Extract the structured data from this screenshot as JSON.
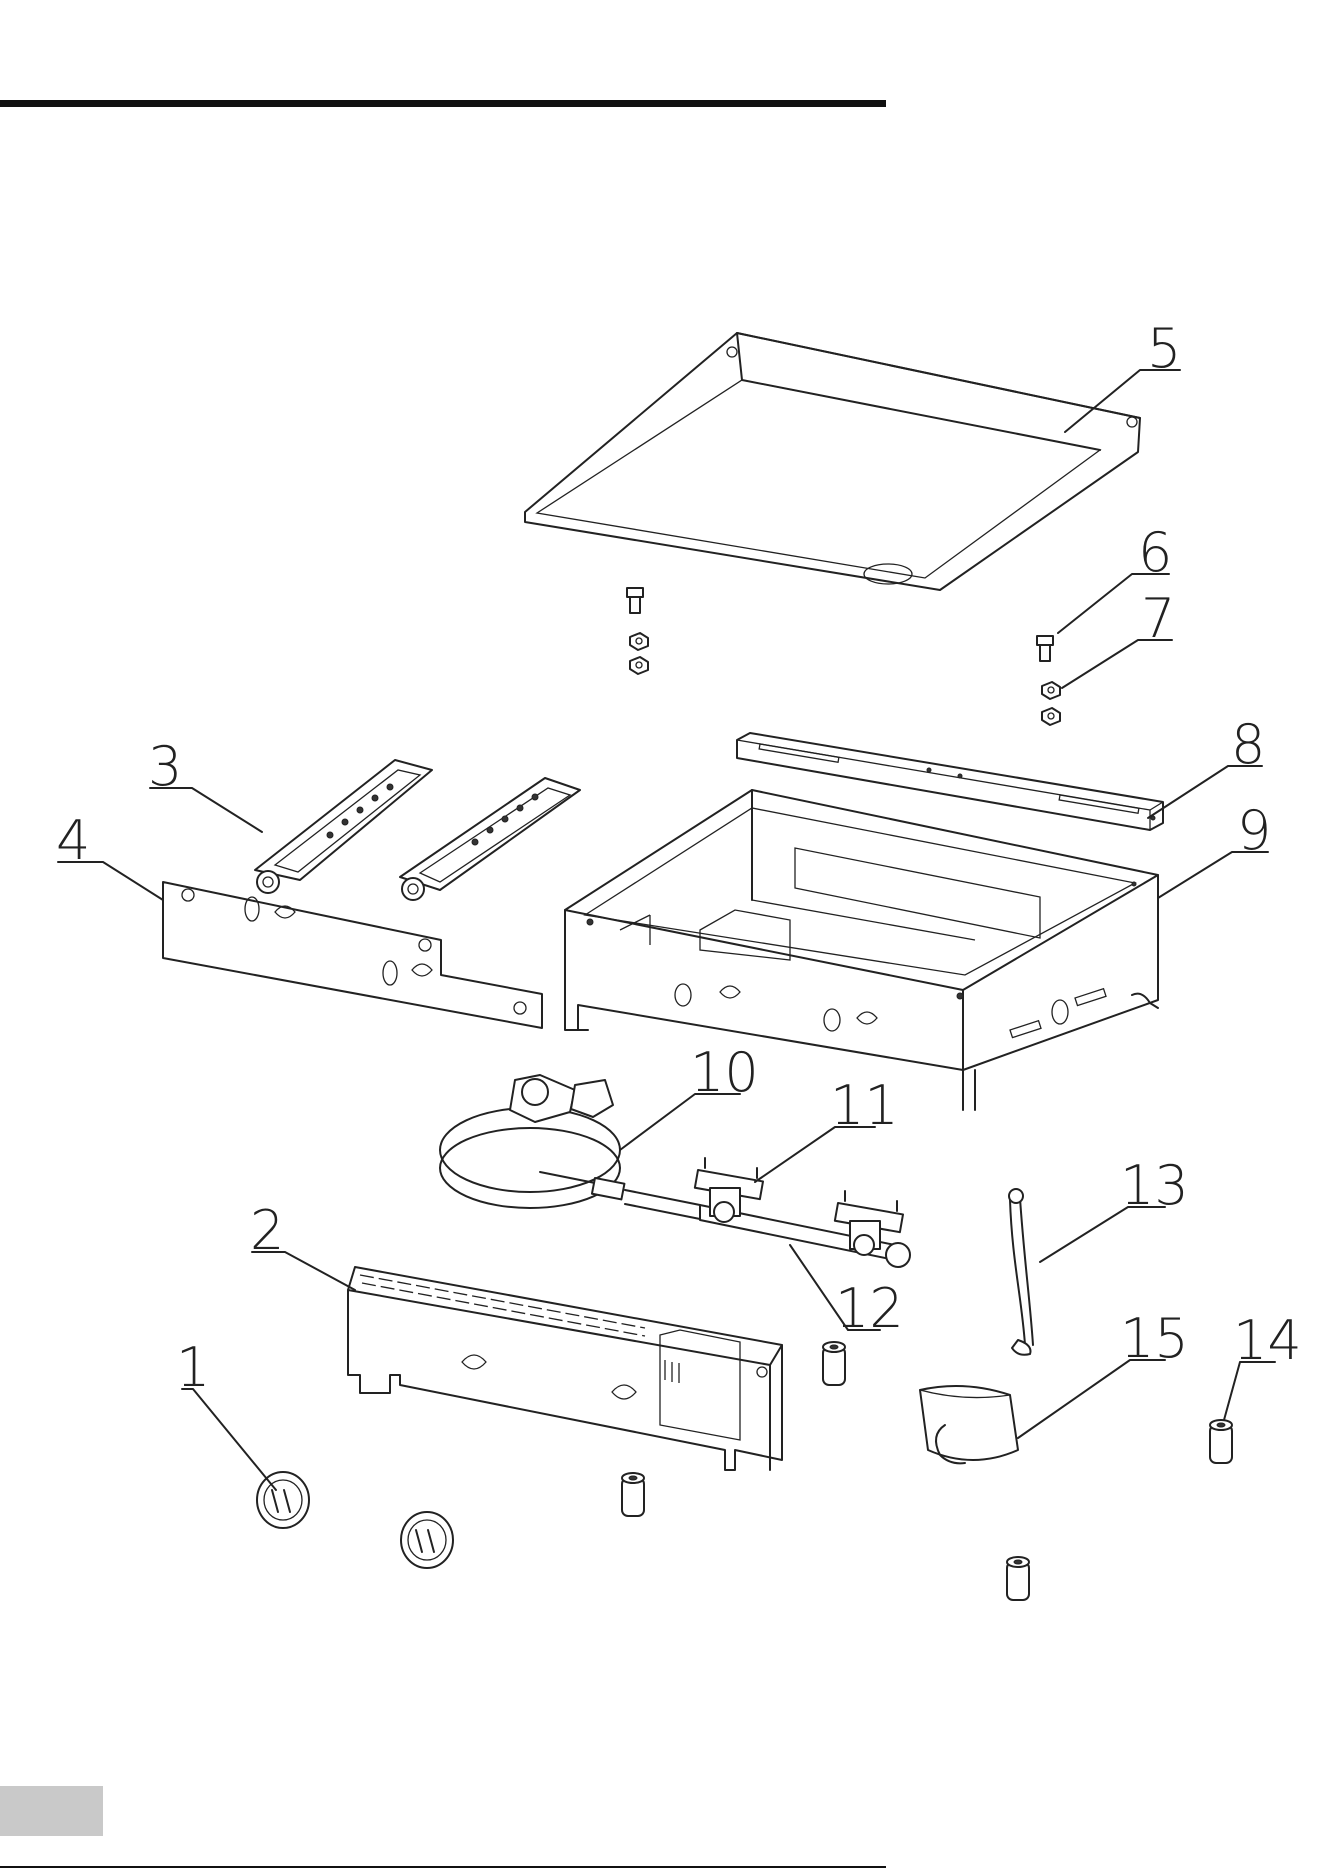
{
  "diagram": {
    "type": "exploded-parts-view",
    "callouts": [
      {
        "id": "1",
        "label": "1",
        "target": "control-knob"
      },
      {
        "id": "2",
        "label": "2",
        "target": "front-control-panel"
      },
      {
        "id": "3",
        "label": "3",
        "target": "burner"
      },
      {
        "id": "4",
        "label": "4",
        "target": "heat-shield-plate"
      },
      {
        "id": "5",
        "label": "5",
        "target": "griddle-plate"
      },
      {
        "id": "6",
        "label": "6",
        "target": "bolt"
      },
      {
        "id": "7",
        "label": "7",
        "target": "nut"
      },
      {
        "id": "8",
        "label": "8",
        "target": "rear-bracket"
      },
      {
        "id": "9",
        "label": "9",
        "target": "firebox-frame"
      },
      {
        "id": "10",
        "label": "10",
        "target": "gas-hose-regulator"
      },
      {
        "id": "11",
        "label": "11",
        "target": "gas-valve"
      },
      {
        "id": "12",
        "label": "12",
        "target": "gas-manifold"
      },
      {
        "id": "13",
        "label": "13",
        "target": "igniter-chain"
      },
      {
        "id": "14",
        "label": "14",
        "target": "leg-spacer"
      },
      {
        "id": "15",
        "label": "15",
        "target": "grease-cup"
      }
    ]
  }
}
